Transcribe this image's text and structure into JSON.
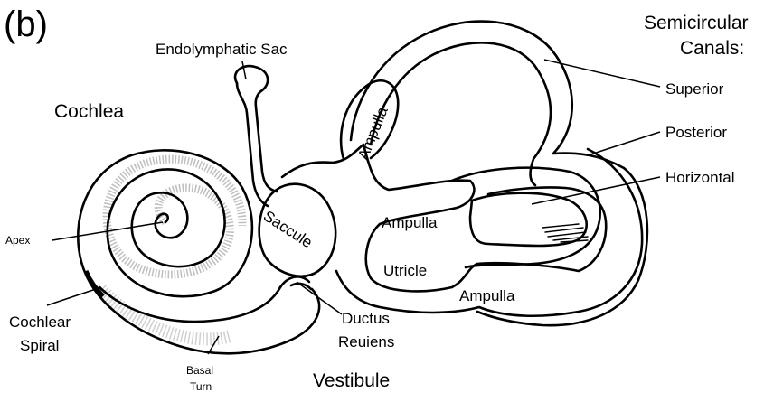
{
  "panel_label": "(b)",
  "labels": {
    "endolymphatic_sac": "Endolymphatic Sac",
    "cochlea": "Cochlea",
    "semicircular_canals_line1": "Semicircular",
    "semicircular_canals_line2": "Canals:",
    "superior": "Superior",
    "posterior": "Posterior",
    "horizontal": "Horizontal",
    "ampulla_superior": "Ampulla",
    "ampulla_horizontal": "Ampulla",
    "ampulla_posterior": "Ampulla",
    "saccule": "Saccule",
    "utricle": "Utricle",
    "apex": "Apex",
    "cochlear_spiral_line1": "Cochlear",
    "cochlear_spiral_line2": "Spiral",
    "basal_turn_line1": "Basal",
    "basal_turn_line2": "Turn",
    "ductus_reuniens_line1": "Ductus",
    "ductus_reuniens_line2": "Reuiens",
    "vestibule": "Vestibule"
  }
}
